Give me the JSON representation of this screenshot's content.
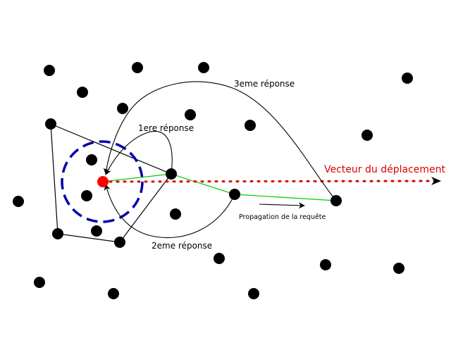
{
  "labels": {
    "first_response": "1ere réponse",
    "second_response": "2eme réponse",
    "third_response": "3eme réponse",
    "displacement_vector": "Vecteur du déplacement",
    "query_propagation": "Propagation de la requête"
  },
  "colors": {
    "node": "#000000",
    "source_node": "#ff0000",
    "range_circle": "#0000aa",
    "query_path": "#00cc00",
    "displacement_vector": "#dd0000",
    "text": "#000000"
  }
}
